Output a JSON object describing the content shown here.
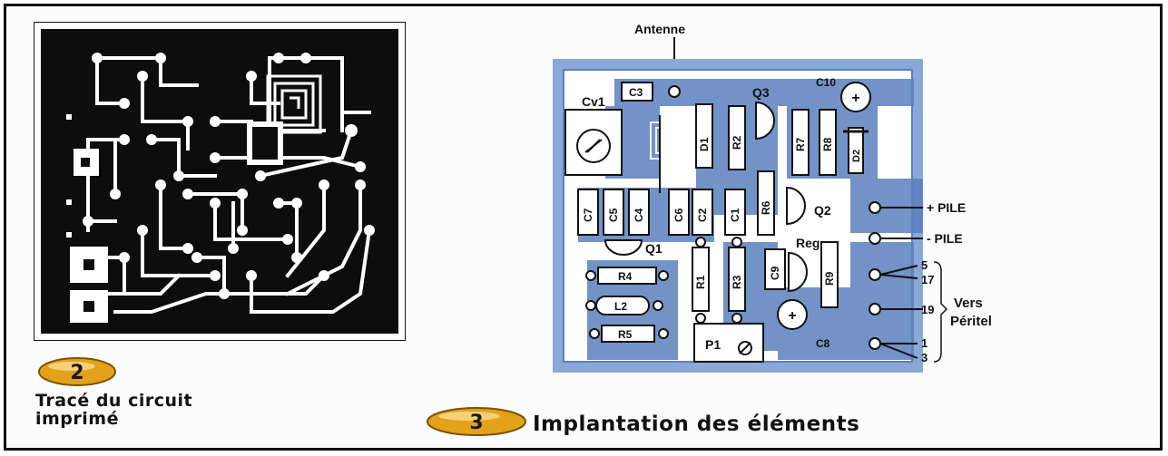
{
  "figure2": {
    "number": "2",
    "title_line1": "Tracé du circuit",
    "title_line2": "imprimé"
  },
  "figure3": {
    "number": "3",
    "title": "Implantation des éléments",
    "antenna_label": "Antenne",
    "components": {
      "cv1": "Cv1",
      "c3": "C3",
      "q3": "Q3",
      "c10": "C10",
      "d1": "D1",
      "r2": "R2",
      "r7": "R7",
      "r8": "R8",
      "d2": "D2",
      "c7": "C7",
      "c5": "C5",
      "c4": "C4",
      "c6": "C6",
      "c2": "C2",
      "c1": "C1",
      "r6": "R6",
      "q2": "Q2",
      "q1": "Q1",
      "reg": "Reg",
      "r4": "R4",
      "r1": "R1",
      "r3": "R3",
      "c9": "C9",
      "r9": "R9",
      "l2": "L2",
      "r5": "R5",
      "p1": "P1",
      "c8": "C8"
    },
    "connectors": {
      "plus_pile": "+ PILE",
      "minus_pile": "- PILE",
      "pin5": "5",
      "pin17": "17",
      "pin19": "19",
      "pin1": "1",
      "pin3": "3",
      "vers": "Vers",
      "peritel": "Péritel"
    }
  },
  "colors": {
    "board_blue": "#8aa8d6",
    "copper_blue": "#5b80bd",
    "pcb_black": "#0d0d0d",
    "badge_gold": "#e3a21a"
  }
}
